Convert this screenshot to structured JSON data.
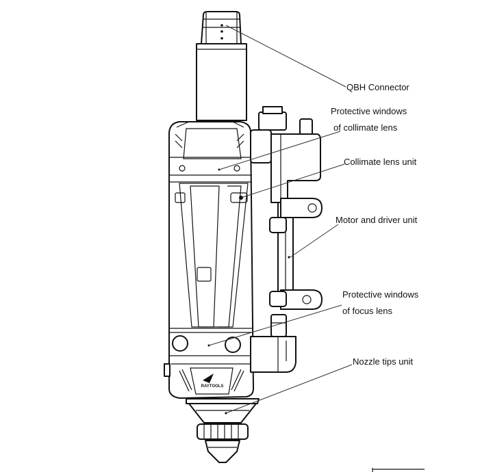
{
  "labels": {
    "qbh_connector": "QBH Connector",
    "protective_windows_collimate_1": "Protective windows",
    "protective_windows_collimate_2": "of collimate lens",
    "collimate_lens_unit": "Collimate lens unit",
    "motor_driver_unit": "Motor and driver unit",
    "protective_windows_focus_1": "Protective windows",
    "protective_windows_focus_2": "of focus lens",
    "nozzle_tips_unit": "Nozzle tips unit"
  },
  "logo_text": "RAYTOOLS"
}
